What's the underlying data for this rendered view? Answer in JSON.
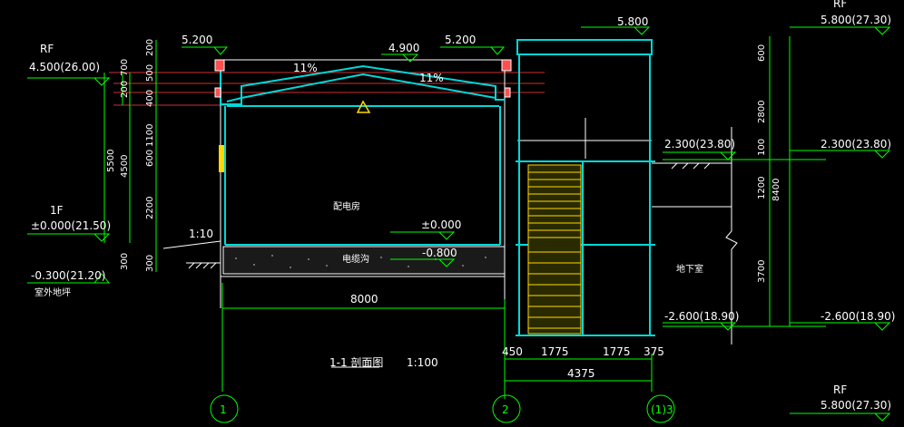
{
  "title": "1-1 剖面图",
  "scale": "1:100",
  "room_label": "配电房",
  "trench_label": "电缆沟",
  "basement_label": "地下室",
  "levels": {
    "rf_left": "RF",
    "rf_left_value": "4.500(26.00)",
    "parapet_left": "5.200",
    "ridge": "4.900",
    "parapet_right": "5.200",
    "stair_top": "5.800",
    "floor_1f": "1F",
    "floor_1f_value": "±0.000(21.50)",
    "outdoor": "-0.300(21.20)",
    "outdoor_label": "室外地坪",
    "room_floor": "±0.000",
    "trench_bottom": "-0.800",
    "right_rf": "RF",
    "right_rf_value": "5.800(27.30)",
    "right_mid": "2.300(23.80)",
    "right_ground": "2.300(23.80)",
    "right_bottom": "-2.600(18.90)",
    "right_bottom2": "-2.600(18.90)",
    "bottom_rf": "RF",
    "bottom_rf_value": "5.800(27.30)"
  },
  "slopes": {
    "left": "11%",
    "right": "11%",
    "ramp": "1:10"
  },
  "dims_left": {
    "total": "5500",
    "sub_4500": "4500",
    "d700": "700",
    "d500": "500",
    "d200": "200",
    "d200b": "200",
    "d400": "400",
    "d1100": "1100",
    "d600": "600",
    "d2200": "2200",
    "d300a": "300",
    "d300b": "300"
  },
  "dims_right": {
    "d600": "600",
    "d2800": "2800",
    "d100": "100",
    "d1200": "1200",
    "d8400": "8400",
    "d3700": "3700"
  },
  "dims_bottom": {
    "span": "8000",
    "d450": "450",
    "d1775a": "1775",
    "d1775b": "1775",
    "d375": "375",
    "total": "4375"
  },
  "axes": [
    "1",
    "2",
    "(1)3"
  ]
}
